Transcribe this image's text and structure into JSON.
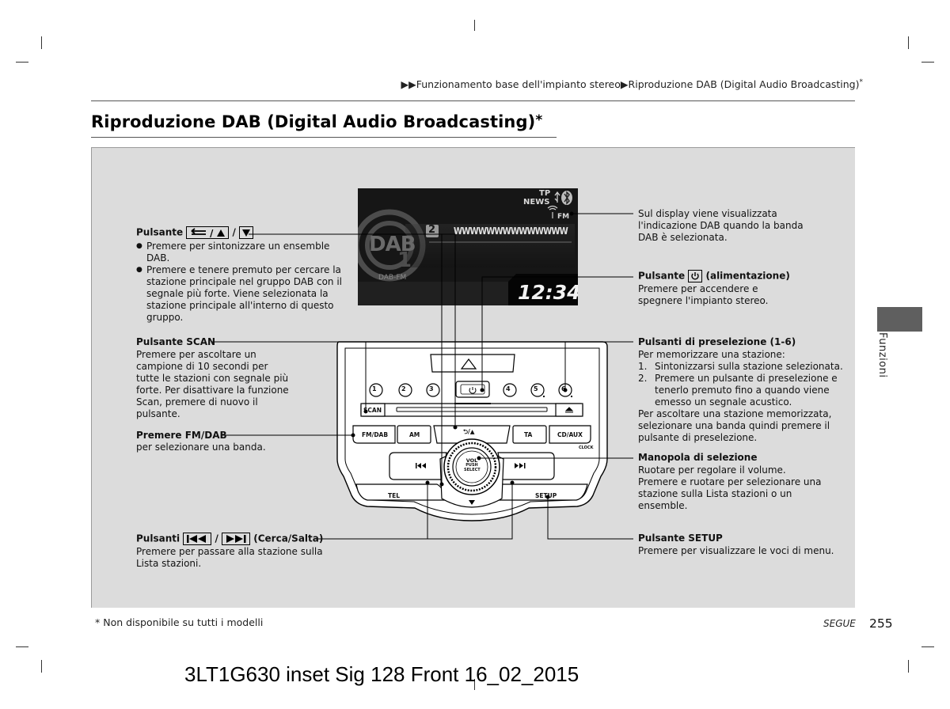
{
  "breadcrumb": {
    "part1": "Funzionamento base dell'impianto stereo",
    "part2": "Riproduzione DAB (Digital Audio Broadcasting)",
    "asterisk": "*"
  },
  "title": {
    "text": "Riproduzione DAB (Digital Audio Broadcasting)",
    "asterisk": "*"
  },
  "side_tab": {
    "label": "Funzioni"
  },
  "display": {
    "tp": "TP",
    "news": "NEWS",
    "fm_indicator": "FM",
    "preset_number": "2",
    "station_text": "WWWWWWWWWWWWWW",
    "dab_logo": "DAB",
    "dab_sub": "1",
    "band": "DAB-FM",
    "clock": "12:34"
  },
  "unit_buttons": {
    "presets": [
      "1",
      "2",
      "3",
      "4",
      "5",
      "6"
    ],
    "scan": "SCAN",
    "fm_dab": "FM/DAB",
    "am": "AM",
    "back_tune": "⮌/▲",
    "ta": "TA",
    "cd_aux": "CD/AUX",
    "clock": "CLOCK",
    "tel": "TEL",
    "setup": "SETUP",
    "knob_line1": "VOL",
    "knob_line2": "PUSH",
    "knob_line3": "SELECT"
  },
  "callouts": {
    "tune": {
      "title_prefix": "Pulsante",
      "separator": "/",
      "bullets": [
        "Premere per sintonizzare un ensemble\nDAB.",
        "Premere e tenere premuto per cercare la\nstazione principale nel gruppo DAB con il\nsegnale più forte. Viene selezionata la\nstazione principale all'interno di questo\ngruppo."
      ]
    },
    "scan": {
      "title": "Pulsante SCAN",
      "body": "Premere per ascoltare un\ncampione di 10 secondi per\ntutte le stazioni con segnale più\nforte. Per disattivare la funzione\nScan, premere di nuovo il\npulsante."
    },
    "fmdab": {
      "title": "Premere FM/DAB",
      "body": "per selezionare una banda."
    },
    "seek": {
      "title_prefix": "Pulsanti",
      "separator": "/",
      "title_suffix": "(Cerca/Salta)",
      "body": "Premere per passare alla stazione sulla\nLista stazioni."
    },
    "dab_indicator": {
      "body": "Sul display viene visualizzata\nl'indicazione DAB quando la banda\nDAB è selezionata."
    },
    "power": {
      "title_prefix": "Pulsante",
      "title_suffix": "(alimentazione)",
      "body": "Premere per accendere e\nspegnere l'impianto stereo."
    },
    "presets": {
      "title": "Pulsanti di preselezione (1-6)",
      "intro": "Per memorizzare una stazione:",
      "steps": [
        {
          "n": "1.",
          "text": "Sintonizzarsi sulla stazione selezionata."
        },
        {
          "n": "2.",
          "text": "Premere un pulsante di preselezione e\ntenerlo premuto fino a quando viene\nemesso un segnale acustico."
        }
      ],
      "outro": "Per ascoltare una stazione memorizzata,\nselezionare una banda quindi premere il\npulsante di preselezione."
    },
    "knob": {
      "title": "Manopola di selezione",
      "line1": "Ruotare per regolare il volume.",
      "line2": "Premere e ruotare per selezionare una\nstazione sulla Lista stazioni o un\nensemble."
    },
    "setup": {
      "title": "Pulsante SETUP",
      "body": "Premere per visualizzare le voci di menu."
    }
  },
  "footer": {
    "footnote": "* Non disponibile su tutti i modelli",
    "segue": "SEGUE",
    "page_number": "255",
    "print_code": "3LT1G630 inset Sig 128 Front 16_02_2015"
  }
}
